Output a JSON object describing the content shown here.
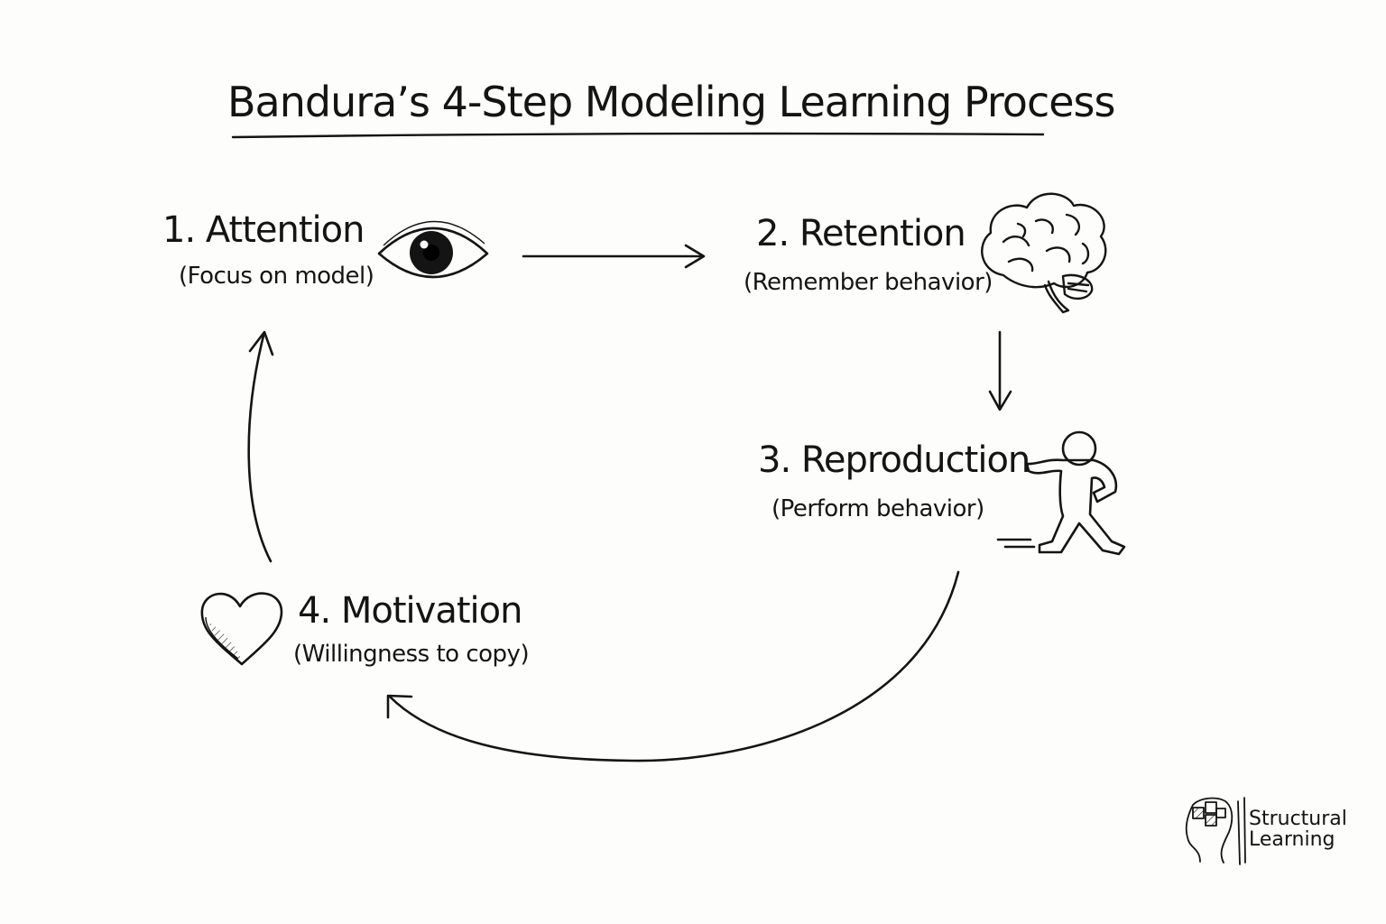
{
  "title": "Bandura’s 4-Step Modeling Learning Process",
  "steps": [
    {
      "title": "1. Attention",
      "subtitle": "(Focus on model)",
      "icon": "eye-icon"
    },
    {
      "title": "2. Retention",
      "subtitle": "(Remember behavior)",
      "icon": "brain-icon"
    },
    {
      "title": "3. Reproduction",
      "subtitle": "(Perform behavior)",
      "icon": "running-person-icon"
    },
    {
      "title": "4. Motivation",
      "subtitle": "(Willingness to copy)",
      "icon": "heart-icon"
    }
  ],
  "brand": {
    "line1": "Structural",
    "line2": "Learning",
    "icon": "head-puzzle-logo-icon"
  },
  "colors": {
    "ink": "#141414",
    "background": "#fdfdfb"
  }
}
